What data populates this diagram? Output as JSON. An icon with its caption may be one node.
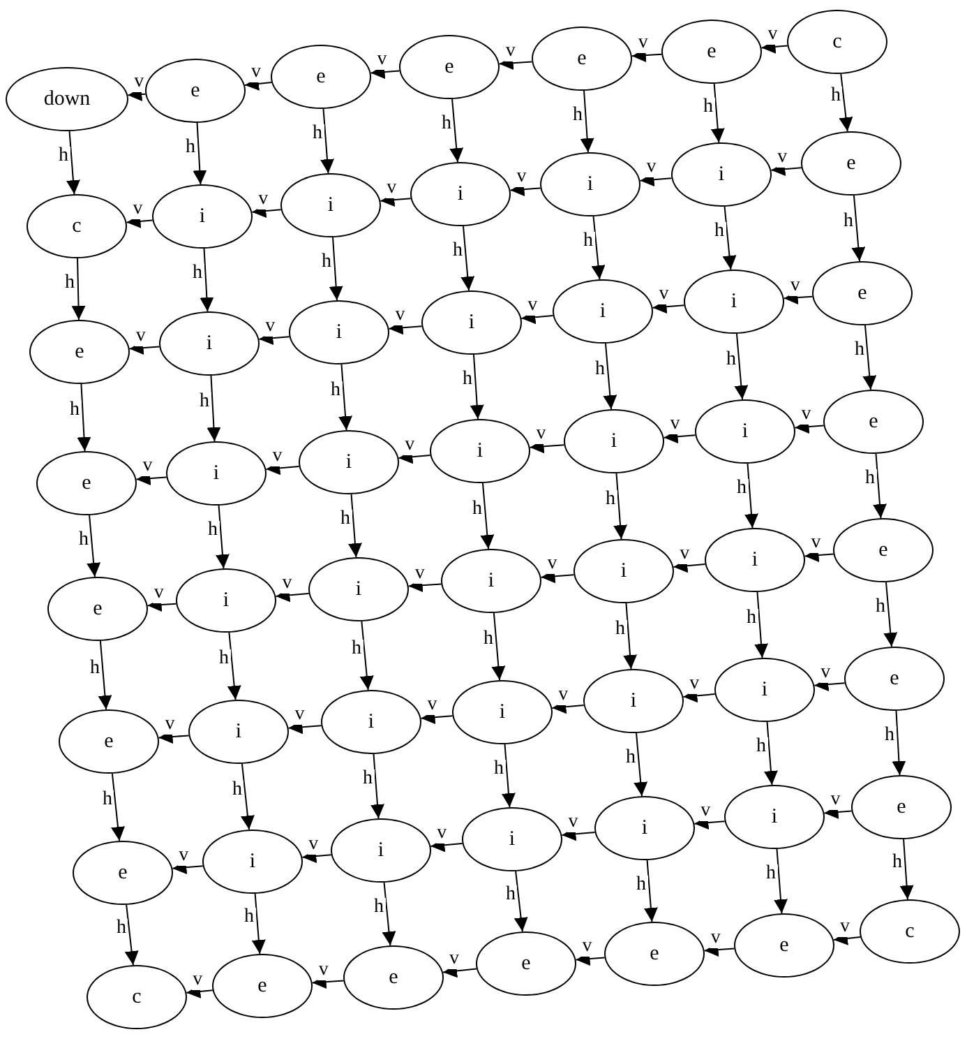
{
  "diagram": {
    "nodes": [
      {
        "text": [
          "down"
        ]
      },
      {
        "text": [
          "e"
        ]
      },
      {
        "text": [
          "e"
        ]
      },
      {
        "text": [
          "e"
        ]
      },
      {
        "text": [
          "e"
        ]
      },
      {
        "text": [
          "e"
        ]
      },
      {
        "text": [
          "c"
        ]
      },
      {
        "text": [
          "c"
        ]
      },
      {
        "text": [
          "i"
        ]
      },
      {
        "text": [
          "i"
        ]
      },
      {
        "text": [
          "i"
        ]
      },
      {
        "text": [
          "i"
        ]
      },
      {
        "text": [
          "i"
        ]
      },
      {
        "text": [
          "e"
        ]
      },
      {
        "text": [
          "e"
        ]
      },
      {
        "text": [
          "i"
        ]
      },
      {
        "text": [
          "i"
        ]
      },
      {
        "text": [
          "i"
        ]
      },
      {
        "text": [
          "i"
        ]
      },
      {
        "text": [
          "i"
        ]
      },
      {
        "text": [
          "e"
        ]
      },
      {
        "text": [
          "e"
        ]
      },
      {
        "text": [
          "i"
        ]
      },
      {
        "text": [
          "i"
        ]
      },
      {
        "text": [
          "i"
        ]
      },
      {
        "text": [
          "i"
        ]
      },
      {
        "text": [
          "i"
        ]
      },
      {
        "text": [
          "e"
        ]
      },
      {
        "text": [
          "e"
        ]
      },
      {
        "text": [
          "i"
        ]
      },
      {
        "text": [
          "i"
        ]
      },
      {
        "text": [
          "i"
        ]
      },
      {
        "text": [
          "i"
        ]
      },
      {
        "text": [
          "i"
        ]
      },
      {
        "text": [
          "e"
        ]
      },
      {
        "text": [
          "e"
        ]
      },
      {
        "text": [
          "i"
        ]
      },
      {
        "text": [
          "i"
        ]
      },
      {
        "text": [
          "i"
        ]
      },
      {
        "text": [
          "i"
        ]
      },
      {
        "text": [
          "i"
        ]
      },
      {
        "text": [
          "e"
        ]
      },
      {
        "text": [
          "e"
        ]
      },
      {
        "text": [
          "i"
        ]
      },
      {
        "text": [
          "i"
        ]
      },
      {
        "text": [
          "i"
        ]
      },
      {
        "text": [
          "i"
        ]
      },
      {
        "text": [
          "i"
        ]
      },
      {
        "text": [
          "e"
        ]
      },
      {
        "text": [
          "c"
        ]
      },
      {
        "text": [
          "e"
        ]
      },
      {
        "text": [
          "e"
        ]
      },
      {
        "text": [
          "e"
        ]
      },
      {
        "text": [
          "e"
        ]
      },
      {
        "text": [
          "e"
        ]
      },
      {
        "text": [
          "c"
        ]
      }
    ],
    "edges": [
      {
        "from": 6,
        "to": 5,
        "arrow": "to",
        "label": "v"
      },
      {
        "from": 5,
        "to": 4,
        "arrow": "to",
        "label": "v"
      },
      {
        "from": 4,
        "to": 3,
        "arrow": "to",
        "label": "v"
      },
      {
        "from": 3,
        "to": 2,
        "arrow": "to",
        "label": "v"
      },
      {
        "from": 2,
        "to": 1,
        "arrow": "to",
        "label": "v"
      },
      {
        "from": 1,
        "to": 0,
        "arrow": "to",
        "label": "v"
      },
      {
        "from": 13,
        "to": 12,
        "arrow": "to",
        "label": "v"
      },
      {
        "from": 12,
        "to": 11,
        "arrow": "to",
        "label": "v"
      },
      {
        "from": 11,
        "to": 10,
        "arrow": "to",
        "label": "v"
      },
      {
        "from": 10,
        "to": 9,
        "arrow": "to",
        "label": "v"
      },
      {
        "from": 9,
        "to": 8,
        "arrow": "to",
        "label": "v"
      },
      {
        "from": 8,
        "to": 7,
        "arrow": "to",
        "label": "v"
      },
      {
        "from": 20,
        "to": 19,
        "arrow": "to",
        "label": "v"
      },
      {
        "from": 19,
        "to": 18,
        "arrow": "to",
        "label": "v"
      },
      {
        "from": 18,
        "to": 17,
        "arrow": "to",
        "label": "v"
      },
      {
        "from": 17,
        "to": 16,
        "arrow": "to",
        "label": "v"
      },
      {
        "from": 16,
        "to": 15,
        "arrow": "to",
        "label": "v"
      },
      {
        "from": 15,
        "to": 14,
        "arrow": "to",
        "label": "v"
      },
      {
        "from": 27,
        "to": 26,
        "arrow": "to",
        "label": "v"
      },
      {
        "from": 26,
        "to": 25,
        "arrow": "to",
        "label": "v"
      },
      {
        "from": 25,
        "to": 24,
        "arrow": "to",
        "label": "v"
      },
      {
        "from": 24,
        "to": 23,
        "arrow": "to",
        "label": "v"
      },
      {
        "from": 23,
        "to": 22,
        "arrow": "to",
        "label": "v"
      },
      {
        "from": 22,
        "to": 21,
        "arrow": "to",
        "label": "v"
      },
      {
        "from": 34,
        "to": 33,
        "arrow": "to",
        "label": "v"
      },
      {
        "from": 33,
        "to": 32,
        "arrow": "to",
        "label": "v"
      },
      {
        "from": 32,
        "to": 31,
        "arrow": "to",
        "label": "v"
      },
      {
        "from": 31,
        "to": 30,
        "arrow": "to",
        "label": "v"
      },
      {
        "from": 30,
        "to": 29,
        "arrow": "to",
        "label": "v"
      },
      {
        "from": 29,
        "to": 28,
        "arrow": "to",
        "label": "v"
      },
      {
        "from": 41,
        "to": 40,
        "arrow": "to",
        "label": "v"
      },
      {
        "from": 40,
        "to": 39,
        "arrow": "to",
        "label": "v"
      },
      {
        "from": 39,
        "to": 38,
        "arrow": "to",
        "label": "v"
      },
      {
        "from": 38,
        "to": 37,
        "arrow": "to",
        "label": "v"
      },
      {
        "from": 37,
        "to": 36,
        "arrow": "to",
        "label": "v"
      },
      {
        "from": 36,
        "to": 35,
        "arrow": "to",
        "label": "v"
      },
      {
        "from": 48,
        "to": 47,
        "arrow": "to",
        "label": "v"
      },
      {
        "from": 47,
        "to": 46,
        "arrow": "to",
        "label": "v"
      },
      {
        "from": 46,
        "to": 45,
        "arrow": "to",
        "label": "v"
      },
      {
        "from": 45,
        "to": 44,
        "arrow": "to",
        "label": "v"
      },
      {
        "from": 44,
        "to": 43,
        "arrow": "to",
        "label": "v"
      },
      {
        "from": 43,
        "to": 42,
        "arrow": "to",
        "label": "v"
      },
      {
        "from": 55,
        "to": 54,
        "arrow": "to",
        "label": "v"
      },
      {
        "from": 54,
        "to": 53,
        "arrow": "to",
        "label": "v"
      },
      {
        "from": 53,
        "to": 52,
        "arrow": "to",
        "label": "v"
      },
      {
        "from": 52,
        "to": 51,
        "arrow": "to",
        "label": "v"
      },
      {
        "from": 51,
        "to": 50,
        "arrow": "to",
        "label": "v"
      },
      {
        "from": 50,
        "to": 49,
        "arrow": "to",
        "label": "v"
      },
      {
        "from": 0,
        "to": 7,
        "arrow": "to",
        "label": "h"
      },
      {
        "from": 7,
        "to": 14,
        "arrow": "to",
        "label": "h"
      },
      {
        "from": 14,
        "to": 21,
        "arrow": "to",
        "label": "h"
      },
      {
        "from": 21,
        "to": 28,
        "arrow": "to",
        "label": "h"
      },
      {
        "from": 28,
        "to": 35,
        "arrow": "to",
        "label": "h"
      },
      {
        "from": 35,
        "to": 42,
        "arrow": "to",
        "label": "h"
      },
      {
        "from": 42,
        "to": 49,
        "arrow": "to",
        "label": "h"
      },
      {
        "from": 1,
        "to": 8,
        "arrow": "to",
        "label": "h"
      },
      {
        "from": 8,
        "to": 15,
        "arrow": "to",
        "label": "h"
      },
      {
        "from": 15,
        "to": 22,
        "arrow": "to",
        "label": "h"
      },
      {
        "from": 22,
        "to": 29,
        "arrow": "to",
        "label": "h"
      },
      {
        "from": 29,
        "to": 36,
        "arrow": "to",
        "label": "h"
      },
      {
        "from": 36,
        "to": 43,
        "arrow": "to",
        "label": "h"
      },
      {
        "from": 43,
        "to": 50,
        "arrow": "to",
        "label": "h"
      },
      {
        "from": 2,
        "to": 9,
        "arrow": "to",
        "label": "h"
      },
      {
        "from": 9,
        "to": 16,
        "arrow": "to",
        "label": "h"
      },
      {
        "from": 16,
        "to": 23,
        "arrow": "to",
        "label": "h"
      },
      {
        "from": 23,
        "to": 30,
        "arrow": "to",
        "label": "h"
      },
      {
        "from": 30,
        "to": 37,
        "arrow": "to",
        "label": "h"
      },
      {
        "from": 37,
        "to": 44,
        "arrow": "to",
        "label": "h"
      },
      {
        "from": 44,
        "to": 51,
        "arrow": "to",
        "label": "h"
      },
      {
        "from": 3,
        "to": 10,
        "arrow": "to",
        "label": "h"
      },
      {
        "from": 10,
        "to": 17,
        "arrow": "to",
        "label": "h"
      },
      {
        "from": 17,
        "to": 24,
        "arrow": "to",
        "label": "h"
      },
      {
        "from": 24,
        "to": 31,
        "arrow": "to",
        "label": "h"
      },
      {
        "from": 31,
        "to": 38,
        "arrow": "to",
        "label": "h"
      },
      {
        "from": 38,
        "to": 45,
        "arrow": "to",
        "label": "h"
      },
      {
        "from": 45,
        "to": 52,
        "arrow": "to",
        "label": "h"
      },
      {
        "from": 4,
        "to": 11,
        "arrow": "to",
        "label": "h"
      },
      {
        "from": 11,
        "to": 18,
        "arrow": "to",
        "label": "h"
      },
      {
        "from": 18,
        "to": 25,
        "arrow": "to",
        "label": "h"
      },
      {
        "from": 25,
        "to": 32,
        "arrow": "to",
        "label": "h"
      },
      {
        "from": 32,
        "to": 39,
        "arrow": "to",
        "label": "h"
      },
      {
        "from": 39,
        "to": 46,
        "arrow": "to",
        "label": "h"
      },
      {
        "from": 46,
        "to": 53,
        "arrow": "to",
        "label": "h"
      },
      {
        "from": 5,
        "to": 12,
        "arrow": "to",
        "label": "h"
      },
      {
        "from": 12,
        "to": 19,
        "arrow": "to",
        "label": "h"
      },
      {
        "from": 19,
        "to": 26,
        "arrow": "to",
        "label": "h"
      },
      {
        "from": 26,
        "to": 33,
        "arrow": "to",
        "label": "h"
      },
      {
        "from": 33,
        "to": 40,
        "arrow": "to",
        "label": "h"
      },
      {
        "from": 40,
        "to": 47,
        "arrow": "to",
        "label": "h"
      },
      {
        "from": 47,
        "to": 54,
        "arrow": "to",
        "label": "h"
      },
      {
        "from": 6,
        "to": 13,
        "arrow": "to",
        "label": "h"
      },
      {
        "from": 13,
        "to": 20,
        "arrow": "to",
        "label": "h"
      },
      {
        "from": 20,
        "to": 27,
        "arrow": "to",
        "label": "h"
      },
      {
        "from": 27,
        "to": 34,
        "arrow": "to",
        "label": "h"
      },
      {
        "from": 34,
        "to": 41,
        "arrow": "to",
        "label": "h"
      },
      {
        "from": 41,
        "to": 48,
        "arrow": "to",
        "label": "h"
      },
      {
        "from": 48,
        "to": 55,
        "arrow": "to",
        "label": "h"
      }
    ]
  }
}
